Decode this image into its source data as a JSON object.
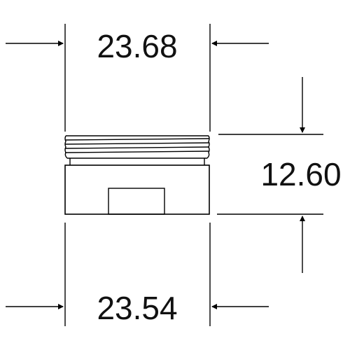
{
  "dimensions": {
    "top_width": "23.68",
    "height": "12.60",
    "bottom_width": "23.54"
  },
  "colors": {
    "line": "#000000",
    "background": "#ffffff"
  }
}
